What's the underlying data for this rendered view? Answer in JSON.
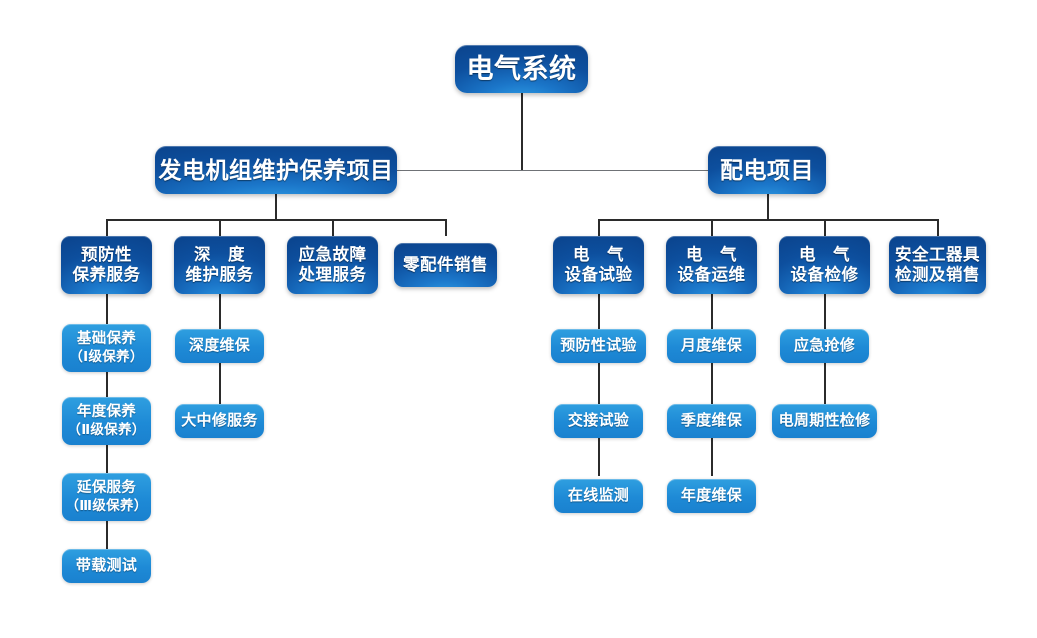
{
  "diagram": {
    "title": "电气系统",
    "type": "organization-tree",
    "colors": {
      "dark_blue": "#0d4f9e",
      "mid_blue": "#1b76c9",
      "bright_blue": "#2f9fe6",
      "light_blue": "#1e8ad6",
      "line": "#2b2b2b",
      "background": "#ffffff",
      "text": "#ffffff"
    },
    "root": {
      "label": "电气系统",
      "level": 1
    },
    "level2": [
      {
        "id": "gen",
        "label": "发电机组维护保养项目"
      },
      {
        "id": "dist",
        "label": "配电项目"
      }
    ],
    "level3": [
      {
        "id": "l3-1",
        "parent": "gen",
        "label": "预防性\n保养服务"
      },
      {
        "id": "l3-2",
        "parent": "gen",
        "label": "深　度\n维护服务"
      },
      {
        "id": "l3-3",
        "parent": "gen",
        "label": "应急故障\n处理服务"
      },
      {
        "id": "l3-4",
        "parent": "gen",
        "label": "零配件销售"
      },
      {
        "id": "l3-5",
        "parent": "dist",
        "label": "电　气\n设备试验"
      },
      {
        "id": "l3-6",
        "parent": "dist",
        "label": "电　气\n设备运维"
      },
      {
        "id": "l3-7",
        "parent": "dist",
        "label": "电　气\n设备检修"
      },
      {
        "id": "l3-8",
        "parent": "dist",
        "label": "安全工器具\n检测及销售"
      }
    ],
    "level4": {
      "col1": [
        {
          "label": "基础保养",
          "sub": "（Ⅰ级保养）"
        },
        {
          "label": "年度保养",
          "sub": "（Ⅱ级保养）"
        },
        {
          "label": "延保服务",
          "sub": "（Ⅲ级保养）"
        },
        {
          "label": "带载测试",
          "sub": ""
        }
      ],
      "col2": [
        {
          "label": "深度维保",
          "sub": ""
        },
        {
          "label": "大中修服务",
          "sub": ""
        }
      ],
      "col5": [
        {
          "label": "预防性试验",
          "sub": ""
        },
        {
          "label": "交接试验",
          "sub": ""
        },
        {
          "label": "在线监测",
          "sub": ""
        }
      ],
      "col6": [
        {
          "label": "月度维保",
          "sub": ""
        },
        {
          "label": "季度维保",
          "sub": ""
        },
        {
          "label": "年度维保",
          "sub": ""
        }
      ],
      "col7": [
        {
          "label": "应急抢修",
          "sub": ""
        },
        {
          "label": "电周期性检修",
          "sub": ""
        }
      ]
    }
  }
}
